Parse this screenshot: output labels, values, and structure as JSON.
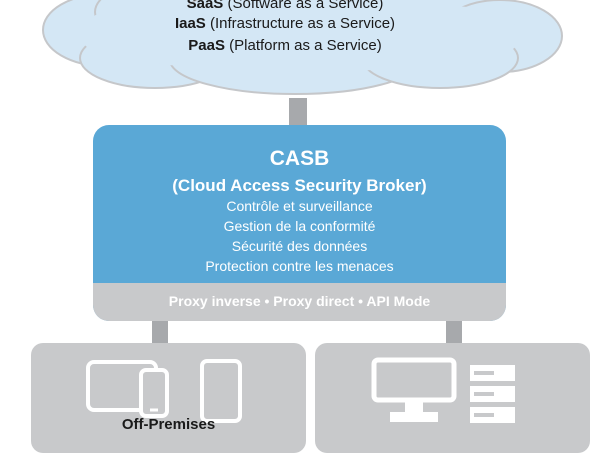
{
  "cloud": {
    "lines": [
      {
        "bold": "SaaS",
        "rest": " (Software  as a Service)"
      },
      {
        "bold": "IaaS",
        "rest": " (Infrastructure  as a Service)"
      },
      {
        "bold": "PaaS",
        "rest": " (Platform  as a Service)"
      }
    ]
  },
  "casb": {
    "title": "CASB",
    "subtitle": "(Cloud Access Security Broker)",
    "features": [
      "Contrôle et surveillance",
      "Gestion de la conformité",
      "Sécurité des données",
      "Protection contre les menaces"
    ],
    "modes": "Proxy inverse  •  Proxy direct  •  API Mode"
  },
  "offprem": {
    "label": "Off-Premises"
  },
  "colors": {
    "casb": "#5aa8d6",
    "cloud": "#d4e7f5",
    "cloud_border": "#c5c7ca",
    "grey": "#c8c9cb",
    "icon_white": "#ffffff"
  }
}
